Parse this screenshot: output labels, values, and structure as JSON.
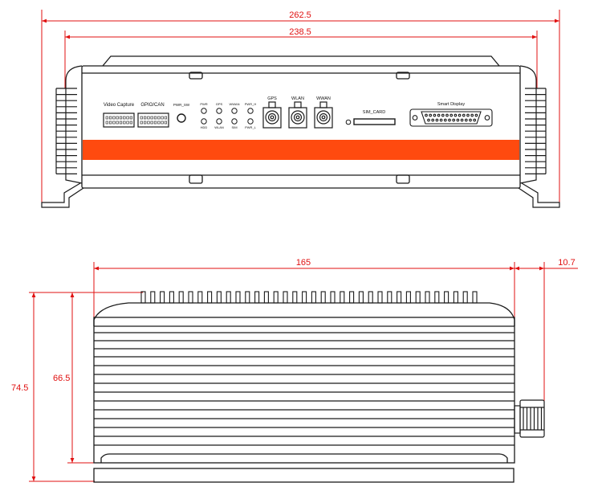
{
  "front_view": {
    "dim_overall": "262.5",
    "dim_inner": "238.5",
    "labels": {
      "video_capture": "Video Capture",
      "gpio_can": "GPIO/CAN",
      "pwr_sw": "PWR_SW",
      "pwr": "PWR",
      "hdd": "HDD",
      "gps_led": "GPS",
      "wlan_led": "WLAN",
      "wwan_led": "WWAN",
      "sim_led": "SIM",
      "pwr_h": "PWR_H",
      "pwr_l": "PWR_L",
      "gps_ant": "GPS",
      "wlan_ant": "WLAN",
      "wwan_ant": "WWAN",
      "sim_card": "SIM_CARD",
      "smart_display": "Smart Display"
    },
    "stripe_color": "#ff4a0f"
  },
  "side_view": {
    "dim_length": "165",
    "dim_connector": "10.7",
    "dim_height_overall": "74.5",
    "dim_height_body": "66.5"
  },
  "colors": {
    "dimension": "#e01010",
    "outline": "#1a1a1a"
  }
}
